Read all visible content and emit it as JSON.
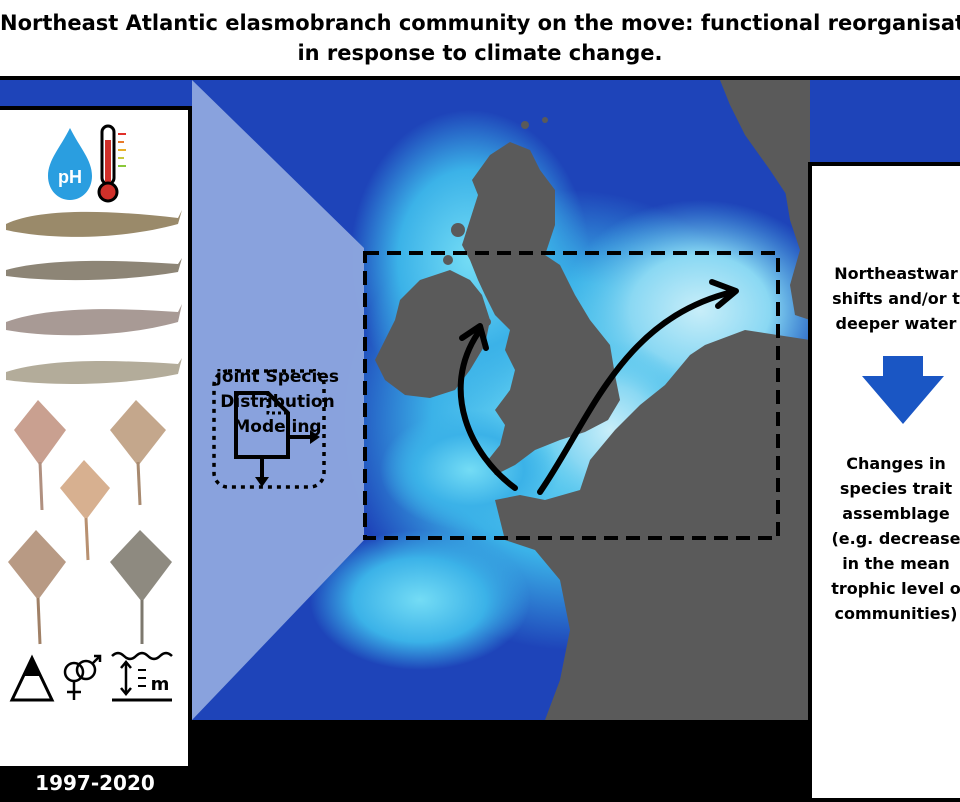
{
  "title": {
    "line1": "Northeast Atlantic elasmobranch community on the move: functional reorganisation",
    "line2": "in response to climate change."
  },
  "left_panel": {
    "ph_label": "pH",
    "years": "1997-2020",
    "depth_label": "m"
  },
  "model_label": {
    "line1": "joint Species",
    "line2": "Distribution",
    "line3": "Modeling"
  },
  "right_panel": {
    "top": [
      "Northeastwar",
      "shifts and/or t",
      "deeper water"
    ],
    "bottom": [
      "Changes in",
      "species trait",
      "assemblage",
      "(e.g. decrease",
      "in the mean",
      "trophic level o",
      "communities)"
    ]
  },
  "colors": {
    "ocean_deep": "#1e44b9",
    "ocean_shallow": "#4fc3ec",
    "land": "#5a5a5a",
    "projection": "#8fa8de",
    "arrow_blue": "#1a56c4"
  },
  "icons": [
    "ph-droplet-icon",
    "thermometer-icon",
    "model-cube-icon",
    "trophic-pyramid-icon",
    "sex-symbols-icon",
    "depth-icon",
    "dashed-study-area-box",
    "shift-arrow-icon",
    "down-arrow-icon"
  ]
}
